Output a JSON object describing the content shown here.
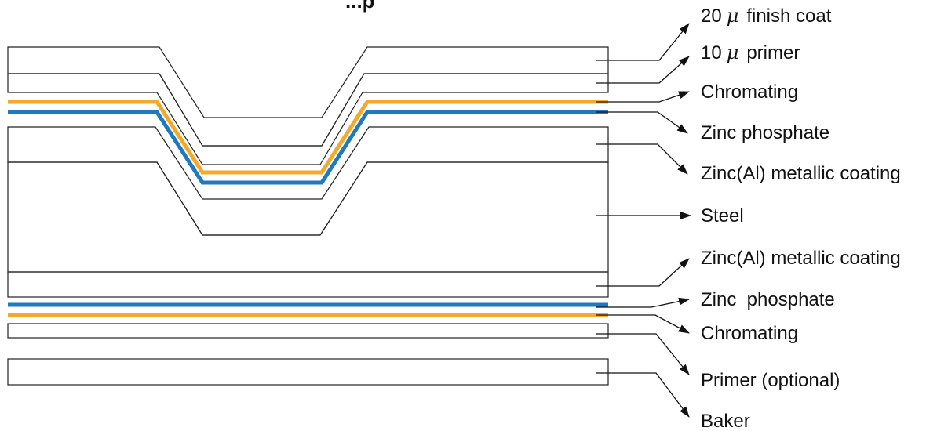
{
  "title_fragment": "...p",
  "colors": {
    "finish_coat": "#b3d57f",
    "primer": "#ffffff",
    "chromating": "#f4a92a",
    "zinc_phosphate": "#1f79bf",
    "metallic_coating": "#8fa4b2",
    "steel_dark": "#5a5c5e",
    "steel_light": "#e6e7e8",
    "bottom_primer": "#ee9cbd"
  },
  "labels": [
    {
      "id": "finish-coat",
      "prefix": "20",
      "symbol": "μ",
      "text": "finish coat"
    },
    {
      "id": "primer",
      "prefix": "10",
      "symbol": "μ",
      "text": "primer"
    },
    {
      "id": "chromating-top",
      "text": "Chromating"
    },
    {
      "id": "zinc-phosphate-top",
      "text": "Zinc phosphate"
    },
    {
      "id": "metallic-coating-top",
      "text": "Zinc(Al) metallic coating"
    },
    {
      "id": "steel",
      "text": "Steel"
    },
    {
      "id": "metallic-coating-bottom",
      "text": "Zinc(Al) metallic coating"
    },
    {
      "id": "zinc-phosphate-bottom",
      "text": "Zinc  phosphate"
    },
    {
      "id": "chromating-bottom",
      "text": "Chromating"
    },
    {
      "id": "primer-optional",
      "text": "Primer (optional)"
    },
    {
      "id": "baker",
      "text": "Baker"
    }
  ]
}
